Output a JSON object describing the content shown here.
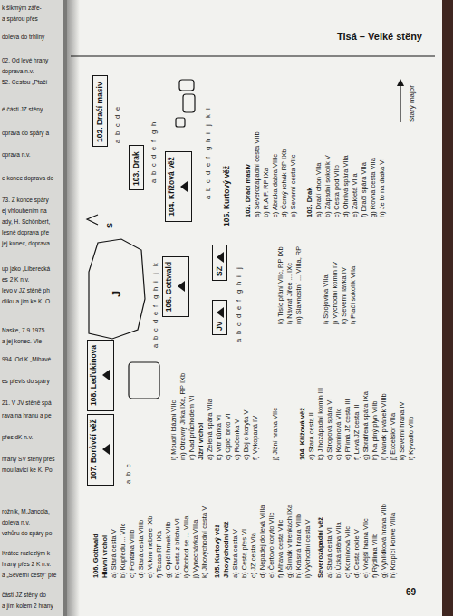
{
  "diagram": {
    "title": "Tisá – Velké stěny",
    "nodes": [
      {
        "text": [
          "102. Dračí masiv"
        ]
      },
      {
        "text": [
          "103. Drak"
        ]
      },
      {
        "text": [
          "104. Křížová věž"
        ]
      },
      {
        "text": [
          "SZ"
        ]
      },
      {
        "text": [
          "JV"
        ]
      },
      {
        "text": [
          "106. Gottwald"
        ]
      },
      {
        "text": [
          "107. Borůvčí věž"
        ]
      },
      {
        "text": [
          "108. Leďukinova"
        ]
      }
    ],
    "labels": [
      "k šikmým záře-",
      "a spárou přes",
      "doleva do trhliny",
      "02. Od levé hrany",
      "doprava n.v.",
      "52. Cestou „Ptačí",
      "é části JZ stěny",
      "oprava do spáry a",
      "oprava n.v.",
      "e konec doprava do",
      "73. Z konce spáry",
      "ej vhloubením na",
      "ady, H. Schönbert,",
      "lesně doprava pře",
      "jej konec, doprava",
      "up jako „Liberecká",
      "es 2 K n.v.",
      "levo v JZ stěně ph",
      "dlíku a jím ke K. O",
      "Naske, 7.9.1975",
      "a jej konec. Vle",
      "994. Od K „Mihavé",
      "es převis do spáry",
      "21. V JV stěně spá",
      "rava na hranu a pe",
      "přes dK n.v.",
      "hrany SV stěny přes",
      "mou lavicí ke K. Po",
      "rožník, M.Jancola,",
      "doleva n.v.",
      "vzhůru do spáry po",
      "Krátce rozlezlým k",
      "hrany přes 2 K n.v.",
      "a „Severní cesty\" pře",
      "části JZ stěny do",
      "a jím kolem 2 hrany",
      "69",
      "106. Gottwald",
      "Hlavní vrchol",
      "a) Stará cesta V",
      "b) Kupředu ... VIIc",
      "c) Fontána VIIIb",
      "d) Stará cesta VIIIb",
      "e) Vokno nebere IXb",
      "f) Texas RP IXa",
      "g) Opičí hrnek VIIb",
      "h) Cesta z břichu VI",
      "i) Obchod se ... VIIIa",
      "j) Vynechávka VIIIa",
      "k) Jihovýchodní cesta V",
      "105. Kurtový věž",
      "Jihovýchodní věž",
      "a) Stará cesta V",
      "b) Cesta přes VI",
      "c) JZ cesta VIa",
      "d) Nepadej do levá VIIIa",
      "e) Čertovo koryto VIIc",
      "f) Mhavá cesta VIIc",
      "g) Šlimák v trenkách IXa",
      "h) Krásná hrana VIIIb",
      "i) Východní cesta V",
      "Severozápadní věž",
      "a) Stará cesta VI",
      "b) Úzká stěna VIIa",
      "c) Komínová VIIc",
      "d) Cesta rokle V",
      "e) Vnější hrana VIIc",
      "f) Rýdlima VIIb",
      "g) Vyhlídková hrana VIIb",
      "h) Kropící konve VIIIa",
      "l) Moudří blázni VIIc",
      "m) Otravný Jirka IXa, RP IXb",
      "n) Nad průchodem VI",
      "Jižní vrchol",
      "a) Zelená spára VIIa",
      "b) Vítr kůrka VI",
      "c) Opičí brko VI",
      "d) Ročenka V",
      "e) Boj o koryta VI",
      "f) Výkopaná IV",
      "j) Jižní hrana VIIc",
      "104. Křížová věž",
      "a) Stará cesta II",
      "b) Jihozápadní komín III",
      "c) Stropová spára VI",
      "d) Komínová VIIc",
      "e) Přímá JZ cesta III",
      "f) Levá JZ cesta III",
      "g) Sbratřená spára IXa",
      "h) Na plný plyn VIIb",
      "i) Ivánek pivánek VIIIb",
      "j) Excelsior VIIa",
      "k) Severní hrana IV",
      "l) Kyvadlo VIIb",
      "102. Dračí masiv",
      "a) Severozápadní cesta VIIb",
      "b) R.A.F. RP IXa",
      "c) Abraka dabra VIIIc",
      "d) Černý rohák RP IXb",
      "e) Severní cesta VIIc",
      "103. Drak",
      "a) Dračí chon VIIa",
      "b) Západní sokolík V",
      "c) Cesta pod VIIb",
      "d) Ohnivá spára VIIa",
      "e) Zakletá VIIa",
      "f) Dračí spára VIIa",
      "g) Rovná cesta VIIa",
      "h) Je to na draka VI",
      "k) Tisíc přání VIIc, RP IXb",
      "l) Návrat Jiřee ... IXc",
      "m) Slavnostní ... VIIIa, RP",
      "i) Sbojovina VIIa",
      "j) Východní komín IV",
      "k) Severní lávka IV",
      "l) Ptačí sokolík VIIa",
      "105. Kurtový věž",
      "Starý major",
      "S",
      "J",
      "a",
      "b",
      "c",
      "d",
      "e",
      "a",
      "b",
      "c",
      "d",
      "e",
      "f",
      "g",
      "h",
      "a",
      "b",
      "c",
      "d",
      "e",
      "f",
      "g",
      "h",
      "i",
      "j",
      "k",
      "l",
      "a",
      "b",
      "c",
      "d",
      "e",
      "f",
      "g",
      "h",
      "i",
      "j",
      "k",
      "a",
      "b",
      "c",
      "d",
      "e",
      "f",
      "g",
      "h",
      "i",
      "j",
      "a",
      "b",
      "c"
    ]
  }
}
